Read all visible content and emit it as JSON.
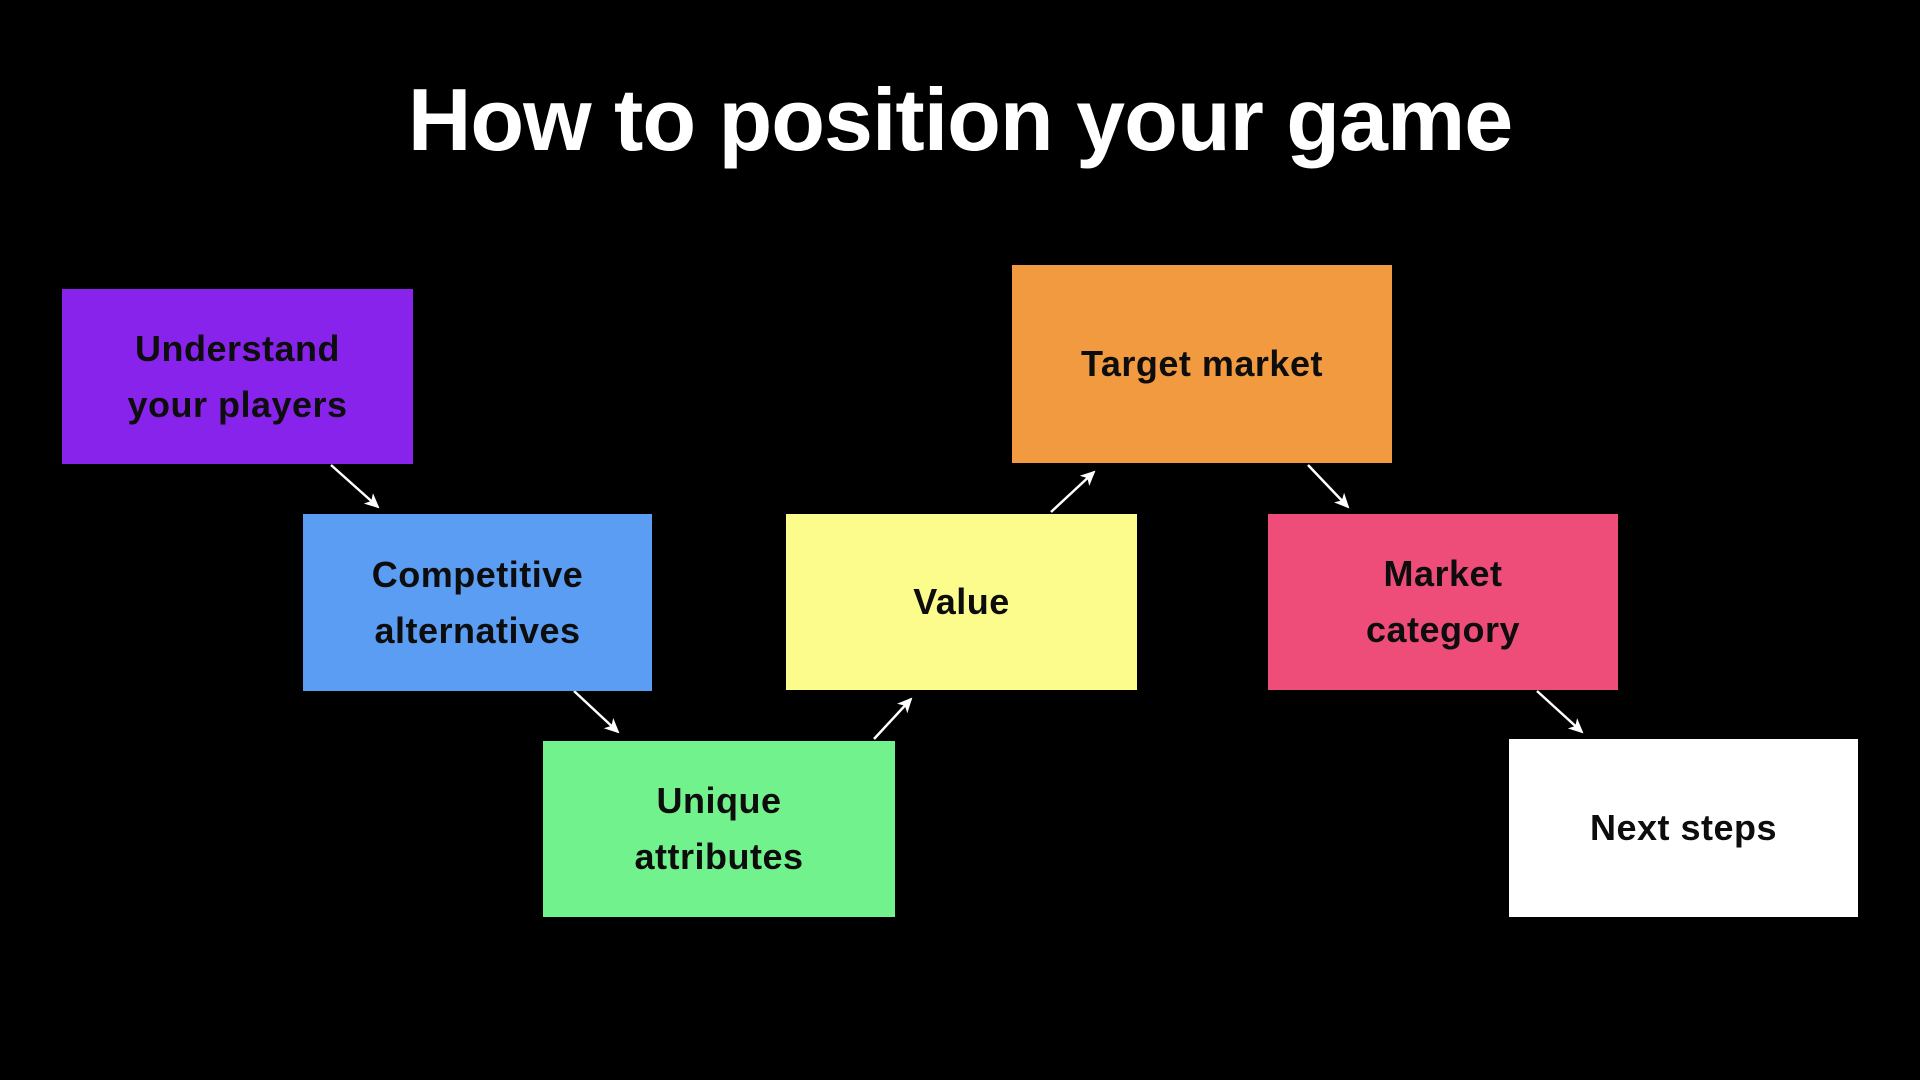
{
  "title": "How to position your game",
  "colors": {
    "background": "#000000",
    "title_text": "#FFFFFF",
    "arrow": "#FFFFFF",
    "node_text": "#0D0D0D"
  },
  "nodes": [
    {
      "label": "Understand your players",
      "lines": [
        "Understand",
        "your players"
      ],
      "color": "#8823EC"
    },
    {
      "label": "Competitive alternatives",
      "lines": [
        "Competitive",
        "alternatives"
      ],
      "color": "#5A9DF2"
    },
    {
      "label": "Unique attributes",
      "lines": [
        "Unique",
        "attributes"
      ],
      "color": "#72F28C"
    },
    {
      "label": "Value",
      "lines": [
        "Value"
      ],
      "color": "#FCFC8C"
    },
    {
      "label": "Target market",
      "lines": [
        "Target market"
      ],
      "color": "#F19A40"
    },
    {
      "label": "Market category",
      "lines": [
        "Market",
        "category"
      ],
      "color": "#EE4D7A"
    },
    {
      "label": "Next steps",
      "lines": [
        "Next steps"
      ],
      "color": "#FFFFFF"
    }
  ],
  "arrows": [
    {
      "from": "Understand your players",
      "to": "Competitive alternatives"
    },
    {
      "from": "Competitive alternatives",
      "to": "Unique attributes"
    },
    {
      "from": "Unique attributes",
      "to": "Value"
    },
    {
      "from": "Value",
      "to": "Target market"
    },
    {
      "from": "Target market",
      "to": "Market category"
    },
    {
      "from": "Market category",
      "to": "Next steps"
    }
  ]
}
